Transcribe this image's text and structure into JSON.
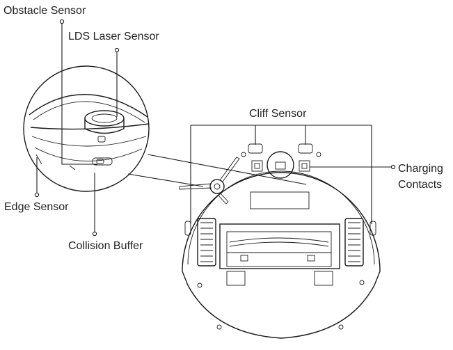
{
  "labels": {
    "obstacle_sensor": "Obstacle Sensor",
    "lds_laser_sensor": "LDS Laser Sensor",
    "cliff_sensor": "Cliff Sensor",
    "charging_contacts_line1": "Charging",
    "charging_contacts_line2": "Contacts",
    "edge_sensor": "Edge Sensor",
    "collision_buffer": "Collision Buffer"
  },
  "colors": {
    "line": "#1a1a1a",
    "text": "#222222",
    "background": "#ffffff"
  }
}
